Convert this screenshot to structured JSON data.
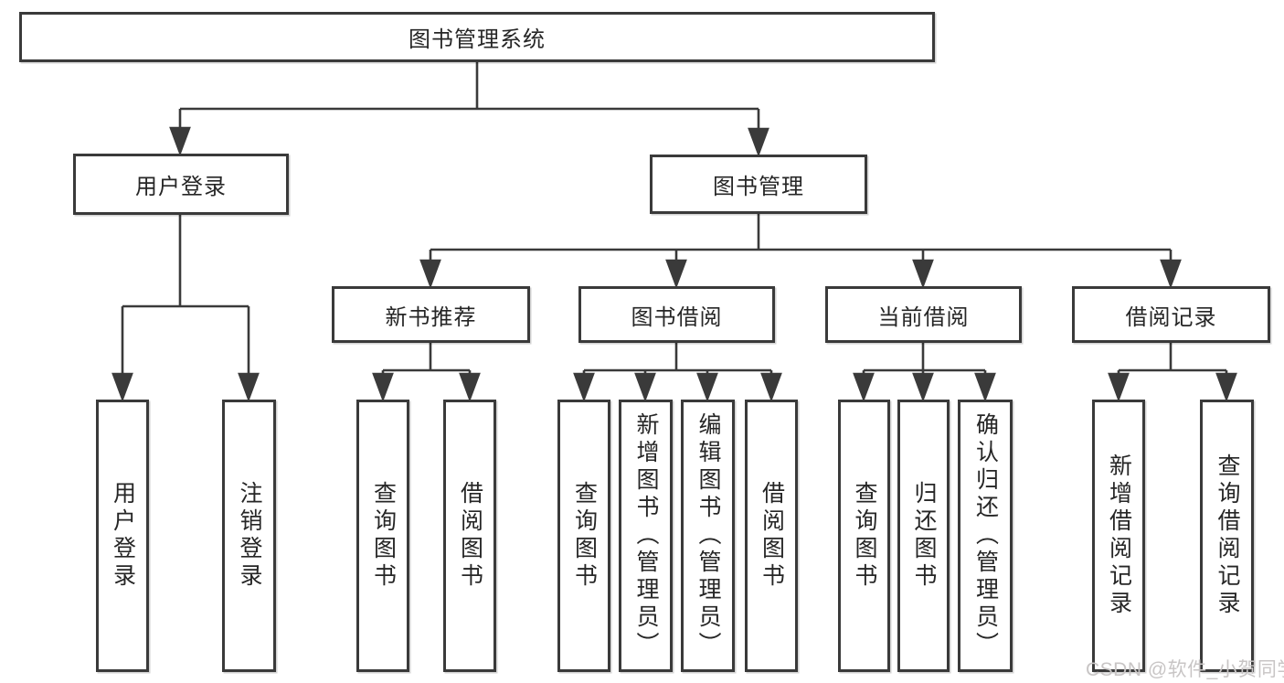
{
  "tree": {
    "label": "图书管理系统",
    "children": [
      {
        "label": "用户登录",
        "children": [
          {
            "label": "用户登录"
          },
          {
            "label": "注销登录"
          }
        ]
      },
      {
        "label": "图书管理",
        "children": [
          {
            "label": "新书推荐",
            "children": [
              {
                "label": "查询图书"
              },
              {
                "label": "借阅图书"
              }
            ]
          },
          {
            "label": "图书借阅",
            "children": [
              {
                "label": "查询图书"
              },
              {
                "label": "新增图书（管理员）"
              },
              {
                "label": "编辑图书（管理员）"
              },
              {
                "label": "借阅图书"
              }
            ]
          },
          {
            "label": "当前借阅",
            "children": [
              {
                "label": "查询图书"
              },
              {
                "label": "归还图书"
              },
              {
                "label": "确认归还（管理员）"
              }
            ]
          },
          {
            "label": "借阅记录",
            "children": [
              {
                "label": "新增借阅记录"
              },
              {
                "label": "查询借阅记录"
              }
            ]
          }
        ]
      }
    ]
  },
  "watermark": {
    "text": "CSDN @软件_小贺同学",
    "color": "#c8c5c5"
  },
  "colors": {
    "line": "#3a3a3a",
    "text": "#262626",
    "background": "#ffffff"
  }
}
